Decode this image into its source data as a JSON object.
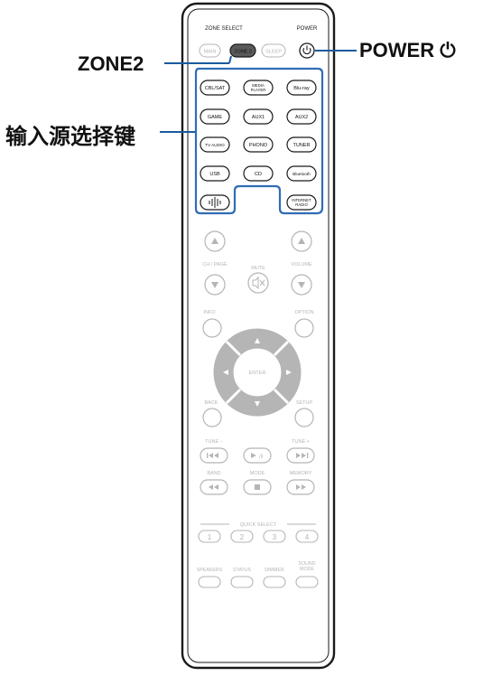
{
  "callouts": {
    "zone2": "ZONE2",
    "power": "POWER",
    "power_symbol": "⏻",
    "input_keys": "输入源选择键"
  },
  "remote": {
    "zone_select_label": "ZONE SELECT",
    "power_label": "POWER",
    "zone_buttons": [
      "MAIN",
      "ZONE 2",
      "SLEEP"
    ],
    "input_rows": [
      [
        "CBL/SAT",
        "MEDIA PLAYER",
        "Blu-ray"
      ],
      [
        "GAME",
        "AUX1",
        "AUX2"
      ],
      [
        "TV AUDIO",
        "PHONO",
        "TUNER"
      ],
      [
        "USB",
        "CD",
        "Bluetooth"
      ],
      [
        "heos-icon",
        "",
        "INTERNET RADIO"
      ]
    ],
    "ch_page_label": "CH / PAGE",
    "mute_label": "MUTE",
    "volume_label": "VOLUME",
    "info_label": "INFO",
    "option_label": "OPTION",
    "enter_label": "ENTER",
    "back_label": "BACK",
    "setup_label": "SETUP",
    "tune_minus_label": "TUNE −",
    "tune_plus_label": "TUNE +",
    "band_label": "BAND",
    "mode_label": "MODE",
    "memory_label": "MEMORY",
    "quick_select_label": "QUICK SELECT",
    "quick_select_buttons": [
      "1",
      "2",
      "3",
      "4"
    ],
    "bottom_labels": [
      "SPEAKERS",
      "STATUS",
      "DIMMER",
      "SOUND MODE"
    ]
  },
  "colors": {
    "highlight_line": "#2f6db5",
    "callout_line": "#1a5a9e",
    "active_button_fill": "#5a5a5a",
    "outline": "#1a1a1a",
    "faded": "#b5b5b5"
  }
}
